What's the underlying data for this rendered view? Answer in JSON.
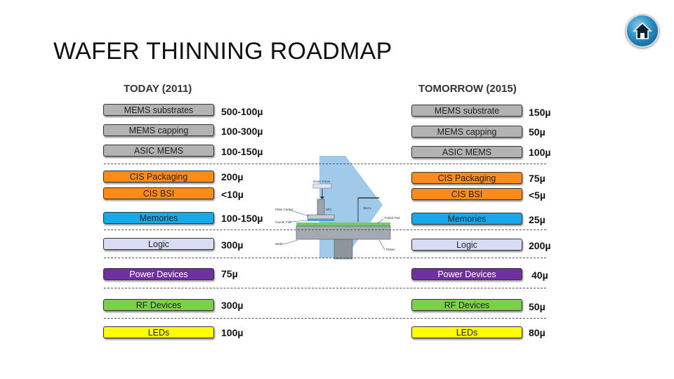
{
  "title": "WAFER THINNING ROADMAP",
  "home_icon": "home-icon",
  "colors": {
    "gray": "#b3b3b3",
    "orange": "#ff8c1a",
    "blue": "#19a9e8",
    "lavender": "#d8dcf5",
    "purple": "#7030a0",
    "green": "#7ccf4a",
    "yellow": "#ffff00"
  },
  "today": {
    "heading": "TODAY (2011)",
    "rows": [
      {
        "label": "MEMS substrates",
        "value": "500-100µ"
      },
      {
        "label": "MEMS capping",
        "value": "100-300µ"
      },
      {
        "label": "ASIC MEMS",
        "value": "100-150µ"
      },
      {
        "label": "CIS Packaging",
        "value": "200µ"
      },
      {
        "label": "CIS BSI",
        "value": "<10µ"
      },
      {
        "label": "Memories",
        "value": "100-150µ"
      },
      {
        "label": "Logic",
        "value": "300µ"
      },
      {
        "label": "Power Devices",
        "value": "75µ"
      },
      {
        "label": "RF Devices",
        "value": "300µ"
      },
      {
        "label": "LEDs",
        "value": "100µ"
      }
    ]
  },
  "tomorrow": {
    "heading": "TOMORROW (2015)",
    "rows": [
      {
        "label": "MEMS substrate",
        "value": "150µ"
      },
      {
        "label": "MEMS capping",
        "value": "50µ"
      },
      {
        "label": "ASIC MEMS",
        "value": "100µ"
      },
      {
        "label": "CIS Packaging",
        "value": "75µ"
      },
      {
        "label": "CIS BSI",
        "value": "<5µ"
      },
      {
        "label": "Memories",
        "value": "25µ"
      },
      {
        "label": "Logic",
        "value": "200µ"
      },
      {
        "label": "Power Devices",
        "value": "40µ"
      },
      {
        "label": "RF Devices",
        "value": "50µ"
      },
      {
        "label": "LEDs",
        "value": "80µ"
      }
    ]
  },
  "grinder": {
    "labels": {
      "down_force": "Down Force",
      "wheel": "Whl",
      "plate_carrier": "Plate Carrier",
      "carrier_film": "Carrier Film",
      "slurry": "Slurry",
      "polish_pad": "Polish Pad",
      "wafer": "Wafer",
      "platen": "Platen"
    }
  }
}
